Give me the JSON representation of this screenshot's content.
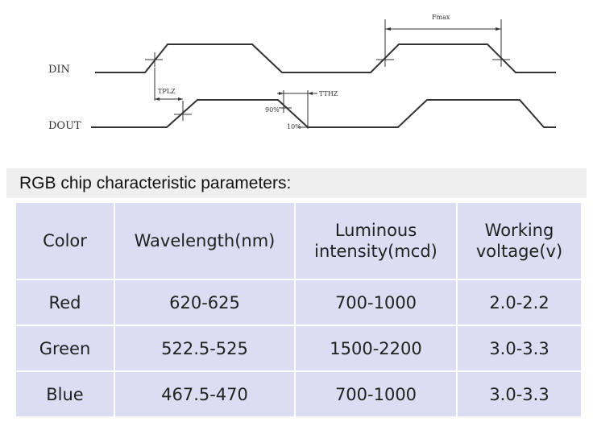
{
  "timing": {
    "din_label": "DIN",
    "dout_label": "DOUT",
    "fmax_label": "Fmax",
    "tplz_label": "TPLZ",
    "tthz_label": "TTHZ",
    "pct90_label": "90%",
    "pct10_label": "10%"
  },
  "section_title": "RGB chip characteristic parameters:",
  "table": {
    "headers": [
      [
        "Color"
      ],
      [
        "Wavelength(nm)"
      ],
      [
        "Luminous",
        "intensity(mcd)"
      ],
      [
        "Working",
        "voltage(v)"
      ]
    ],
    "rows": [
      [
        "Red",
        "620-625",
        "700-1000",
        "2.0-2.2"
      ],
      [
        "Green",
        "522.5-525",
        "1500-2200",
        "3.0-3.3"
      ],
      [
        "Blue",
        "467.5-470",
        "700-1000",
        "3.0-3.3"
      ]
    ]
  }
}
